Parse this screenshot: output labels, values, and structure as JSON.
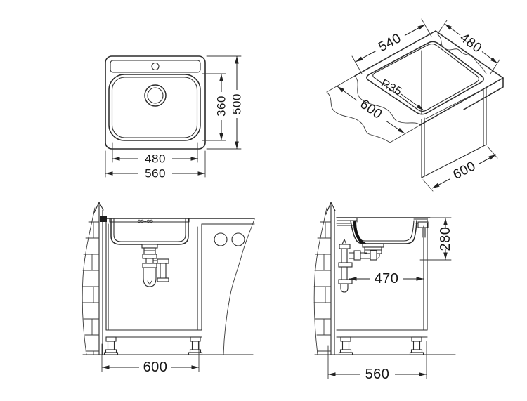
{
  "drawing": {
    "line_color": "#2b2b2b",
    "background": "#ffffff"
  },
  "views": {
    "top": {
      "label": "top-view",
      "dims": {
        "bowl_width": "480",
        "overall_width": "560",
        "bowl_depth": "360",
        "overall_depth": "500"
      }
    },
    "cutout": {
      "label": "worktop-cutout-isometric-view",
      "dims": {
        "cutout_length": "540",
        "cutout_width": "480",
        "corner_radius": "R35",
        "worktop_depth": "600",
        "cabinet_depth": "600"
      }
    },
    "front": {
      "label": "front-installed-view",
      "dims": {
        "cabinet_width": "600"
      }
    },
    "side": {
      "label": "side-installed-view",
      "dims": {
        "mounting_depth": "280",
        "trap_offset": "470",
        "cabinet_depth": "560"
      }
    }
  }
}
